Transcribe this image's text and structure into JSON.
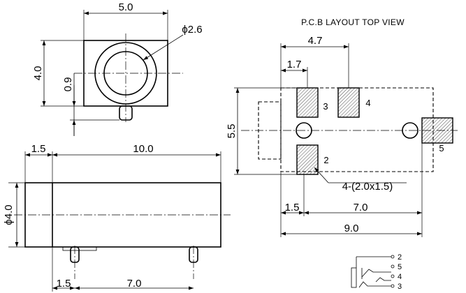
{
  "front_view": {
    "width_dim": "5.0",
    "height_dim": "4.0",
    "offset_dim": "0.9",
    "diameter_dim": "ϕ2.6"
  },
  "side_view": {
    "front_dim": "1.5",
    "length_dim": "10.0",
    "diameter_dim": "ϕ4.0",
    "pin_offset_dim": "1.5",
    "pin_pitch_dim": "7.0"
  },
  "pcb_layout": {
    "title": "P.C.B LAYOUT  TOP VIEW",
    "dim_4_7": "4.7",
    "dim_1_7": "1.7",
    "dim_5_5": "5.5",
    "dim_1_5": "1.5",
    "dim_7_0": "7.0",
    "dim_9_0": "9.0",
    "pad_size_note": "4-(2.0x1.5)",
    "pad_labels": [
      "3",
      "4",
      "2",
      "5"
    ]
  },
  "schematic": {
    "pin_labels": [
      "2",
      "5",
      "4",
      "3"
    ]
  }
}
